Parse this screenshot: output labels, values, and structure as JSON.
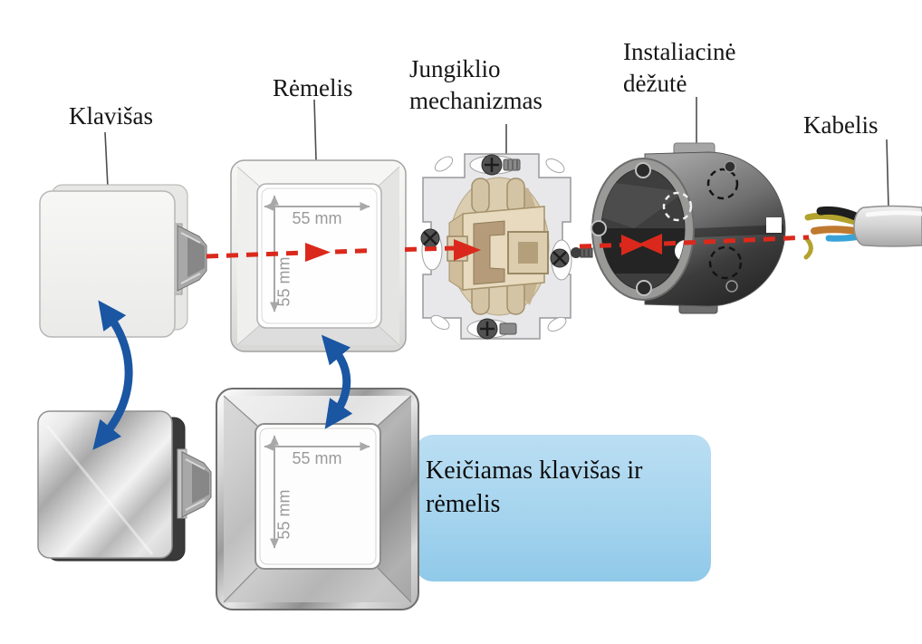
{
  "diagram": {
    "labels": {
      "klavisas": "Klavišas",
      "remelis": "Rėmelis",
      "jungiklio_mechanizmas": "Jungiklio mechanizmas",
      "instaliacine_dezute": "Instaliacinė dėžutė",
      "kabelis": "Kabelis"
    },
    "dimensions": {
      "frame_width": "55 mm",
      "frame_height": "55 mm"
    },
    "callout": {
      "text": "Keičiamas klavišas ir rėmelis"
    },
    "colors": {
      "assembly_axis_red": "#da291c",
      "swap_arrow_blue": "#1a56a2",
      "callout_bg": "#a5d4ee",
      "label_text": "#161616",
      "dimension_text": "#9a9a9a"
    }
  }
}
